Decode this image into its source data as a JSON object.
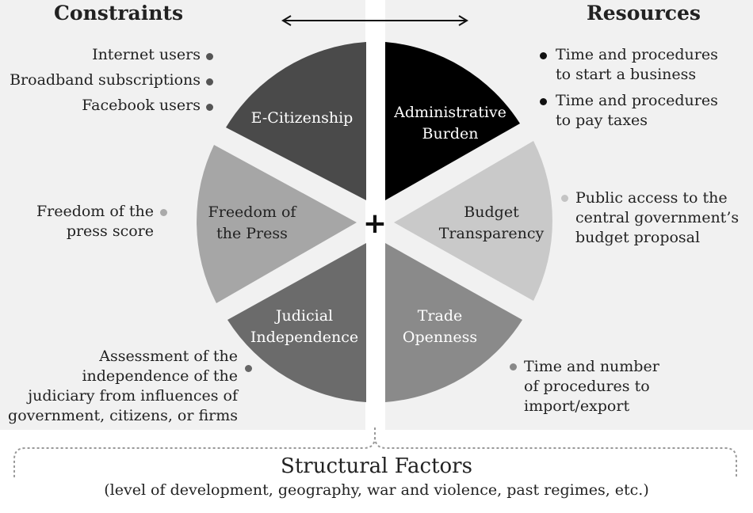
{
  "headings": {
    "constraints": "Constraints",
    "resources": "Resources"
  },
  "segments": {
    "e_citizenship": [
      "E-Citizenship"
    ],
    "administrative_burden": [
      "Administrative",
      "Burden"
    ],
    "freedom_press": [
      "Freedom of",
      "the Press"
    ],
    "budget_transparency": [
      "Budget",
      "Transparency"
    ],
    "judicial_independence": [
      "Judicial",
      "Independence"
    ],
    "trade_openness": [
      "Trade",
      "Openness"
    ]
  },
  "center_symbol": "+",
  "constraints_items": {
    "e_citizenship": [
      "Internet users",
      "Broadband subscriptions",
      "Facebook users"
    ],
    "freedom_press": [
      "Freedom of the",
      "press score"
    ],
    "judicial_independence": [
      "Assessment of the",
      "independence of the",
      "judiciary from influences of",
      "government, citizens, or firms"
    ]
  },
  "resources_items": {
    "administrative_burden_1": [
      "Time and procedures",
      "to start a business"
    ],
    "administrative_burden_2": [
      "Time and procedures",
      "to pay taxes"
    ],
    "budget_transparency": [
      "Public access to the",
      "central government’s",
      "budget proposal"
    ],
    "trade_openness": [
      "Time and number",
      "of procedures to",
      "import/export"
    ]
  },
  "structural_factors": {
    "title": "Structural Factors",
    "subtitle": "(level of development, geography, war and violence, past regimes, etc.)"
  },
  "colors": {
    "e_citizenship": "#4a4a4a",
    "administrative_burden": "#000000",
    "freedom_press": "#a6a6a6",
    "budget_transparency": "#c9c9c9",
    "judicial_independence": "#6b6b6b",
    "trade_openness": "#8a8a8a"
  }
}
